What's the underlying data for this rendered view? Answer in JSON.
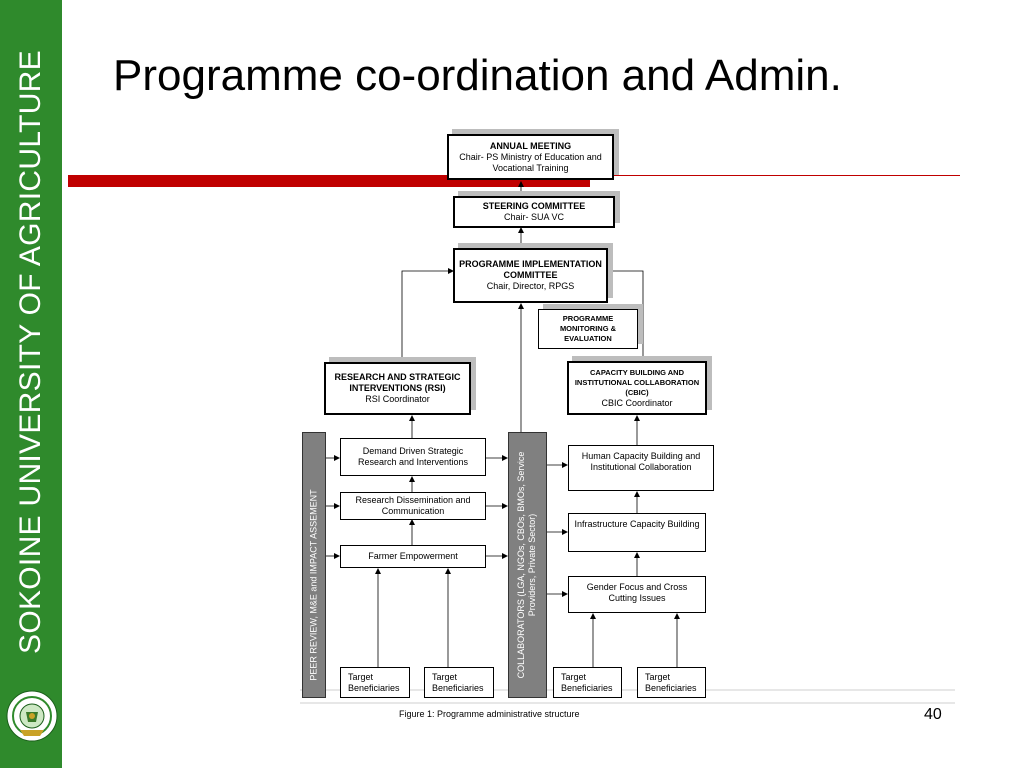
{
  "sidebar": {
    "text": "SOKOINE UNIVERSITY OF AGRICULTURE"
  },
  "slide": {
    "title": "Programme co-ordination and Admin.",
    "page_number": "40",
    "caption": "Figure 1: Programme administrative structure"
  },
  "diagram": {
    "annual_meeting": {
      "title": "ANNUAL MEETING",
      "sub": "Chair- PS Ministry of Education and Vocational Training"
    },
    "steering": {
      "title": "STEERING COMMITTEE",
      "sub": "Chair- SUA VC"
    },
    "pic": {
      "title": "PROGRAMME IMPLEMENTATION COMMITTEE",
      "sub": "Chair, Director, RPGS"
    },
    "pme": {
      "title": "PROGRAMME MONITORING & EVALUATION"
    },
    "rsi": {
      "title": "RESEARCH AND STRATEGIC INTERVENTIONS (RSI)",
      "sub": "RSI Coordinator"
    },
    "cbic": {
      "title": "CAPACITY BUILDING AND INSTITUTIONAL COLLABORATION (CBIC)",
      "sub": "CBIC Coordinator"
    },
    "left_items": [
      "Demand Driven Strategic Research and Interventions",
      "Research Dissemination and Communication",
      "Farmer Empowerment"
    ],
    "right_items": [
      "Human Capacity Building and Institutional Collaboration",
      "Infrastructure Capacity Building",
      "Gender Focus and Cross Cutting Issues"
    ],
    "target": "Target Beneficiaries",
    "peer_review": "PEER REVIEW, M&E  and IMPACT ASSEMENT",
    "collaborators": "COLLABORATORS (LGA, NGOs, CBOs, BMOs, Service Providers, Private Sector)"
  }
}
